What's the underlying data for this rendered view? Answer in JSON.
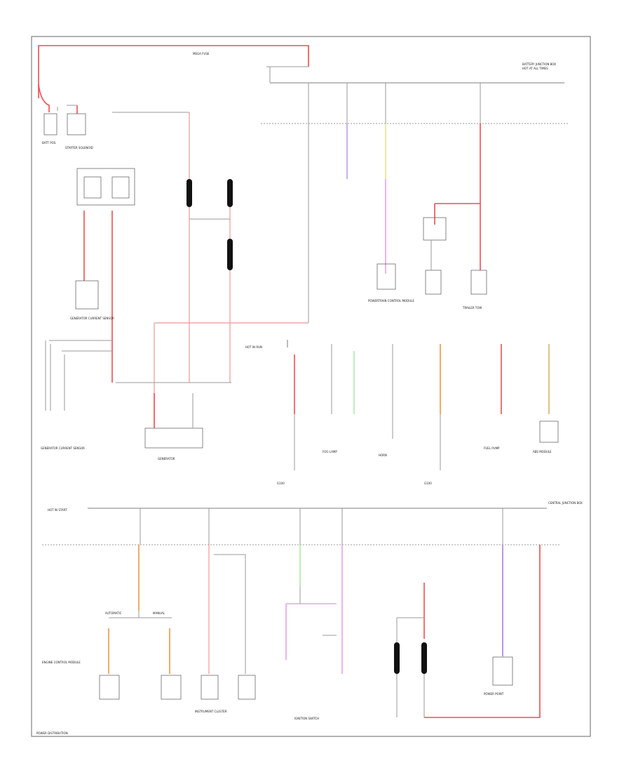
{
  "diagram": {
    "labels": {
      "batt": "BATT POS",
      "starter": "STARTER SOLENOID",
      "bjb": "BATTERY JUNCTION BOX",
      "mega": "MEGA FUSE",
      "cjb": "CENTRAL JUNCTION BOX",
      "generator": "GENERATOR",
      "gen_sensor": "GENERATOR CURRENT SENSOR",
      "pcm": "POWERTRAIN CONTROL MODULE",
      "ecm": "ENGINE CONTROL MODULE",
      "trailer": "TRAILER TOW",
      "foglamp": "FOG LAMP",
      "horn": "HORN",
      "power_point": "POWER POINT",
      "instrument": "INSTRUMENT CLUSTER",
      "ground": "G100",
      "fuel_pump": "FUEL PUMP",
      "abs": "ABS MODULE",
      "ignition": "IGNITION SWITCH",
      "hot_run": "HOT IN RUN",
      "hot_start": "HOT IN START",
      "hot_all": "HOT AT ALL TIMES",
      "auto": "AUTOMATIC",
      "manual": "MANUAL",
      "page_note": "POWER DISTRIBUTION"
    }
  }
}
